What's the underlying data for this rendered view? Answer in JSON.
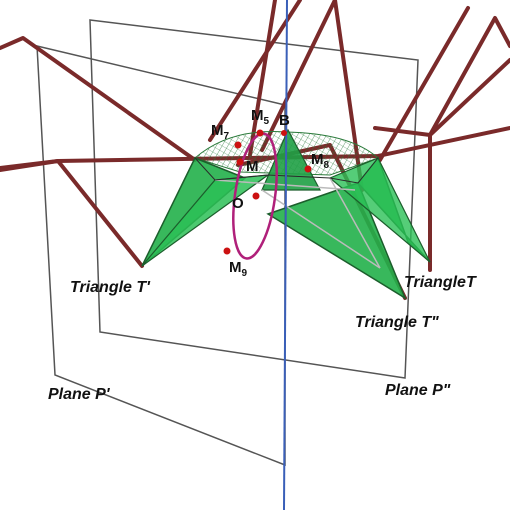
{
  "colors": {
    "plane_edge": "#555555",
    "rods": "#7a2a2a",
    "triangle_fill": "#22b04a",
    "triangle_edge": "#1c5e2c",
    "hatch": "#2a7a3a",
    "axis": "#3a5fb8",
    "ellipse": "#b0207a",
    "point": "#cc1111"
  },
  "labels": {
    "triangle_t_prime": "Triangle T'",
    "triangle_t": "TriangleT",
    "triangle_t_double": "Triangle T\"",
    "plane_p_prime": "Plane P'",
    "plane_p_double": "Plane P\""
  },
  "points": {
    "m7": {
      "base": "M",
      "sub": "7"
    },
    "m5": {
      "base": "M",
      "sub": "5"
    },
    "b": {
      "base": "B",
      "sub": ""
    },
    "m": {
      "base": "M",
      "sub": ""
    },
    "m8": {
      "base": "M",
      "sub": "8"
    },
    "o": {
      "base": "O",
      "sub": ""
    },
    "m9": {
      "base": "M",
      "sub": "9"
    }
  }
}
